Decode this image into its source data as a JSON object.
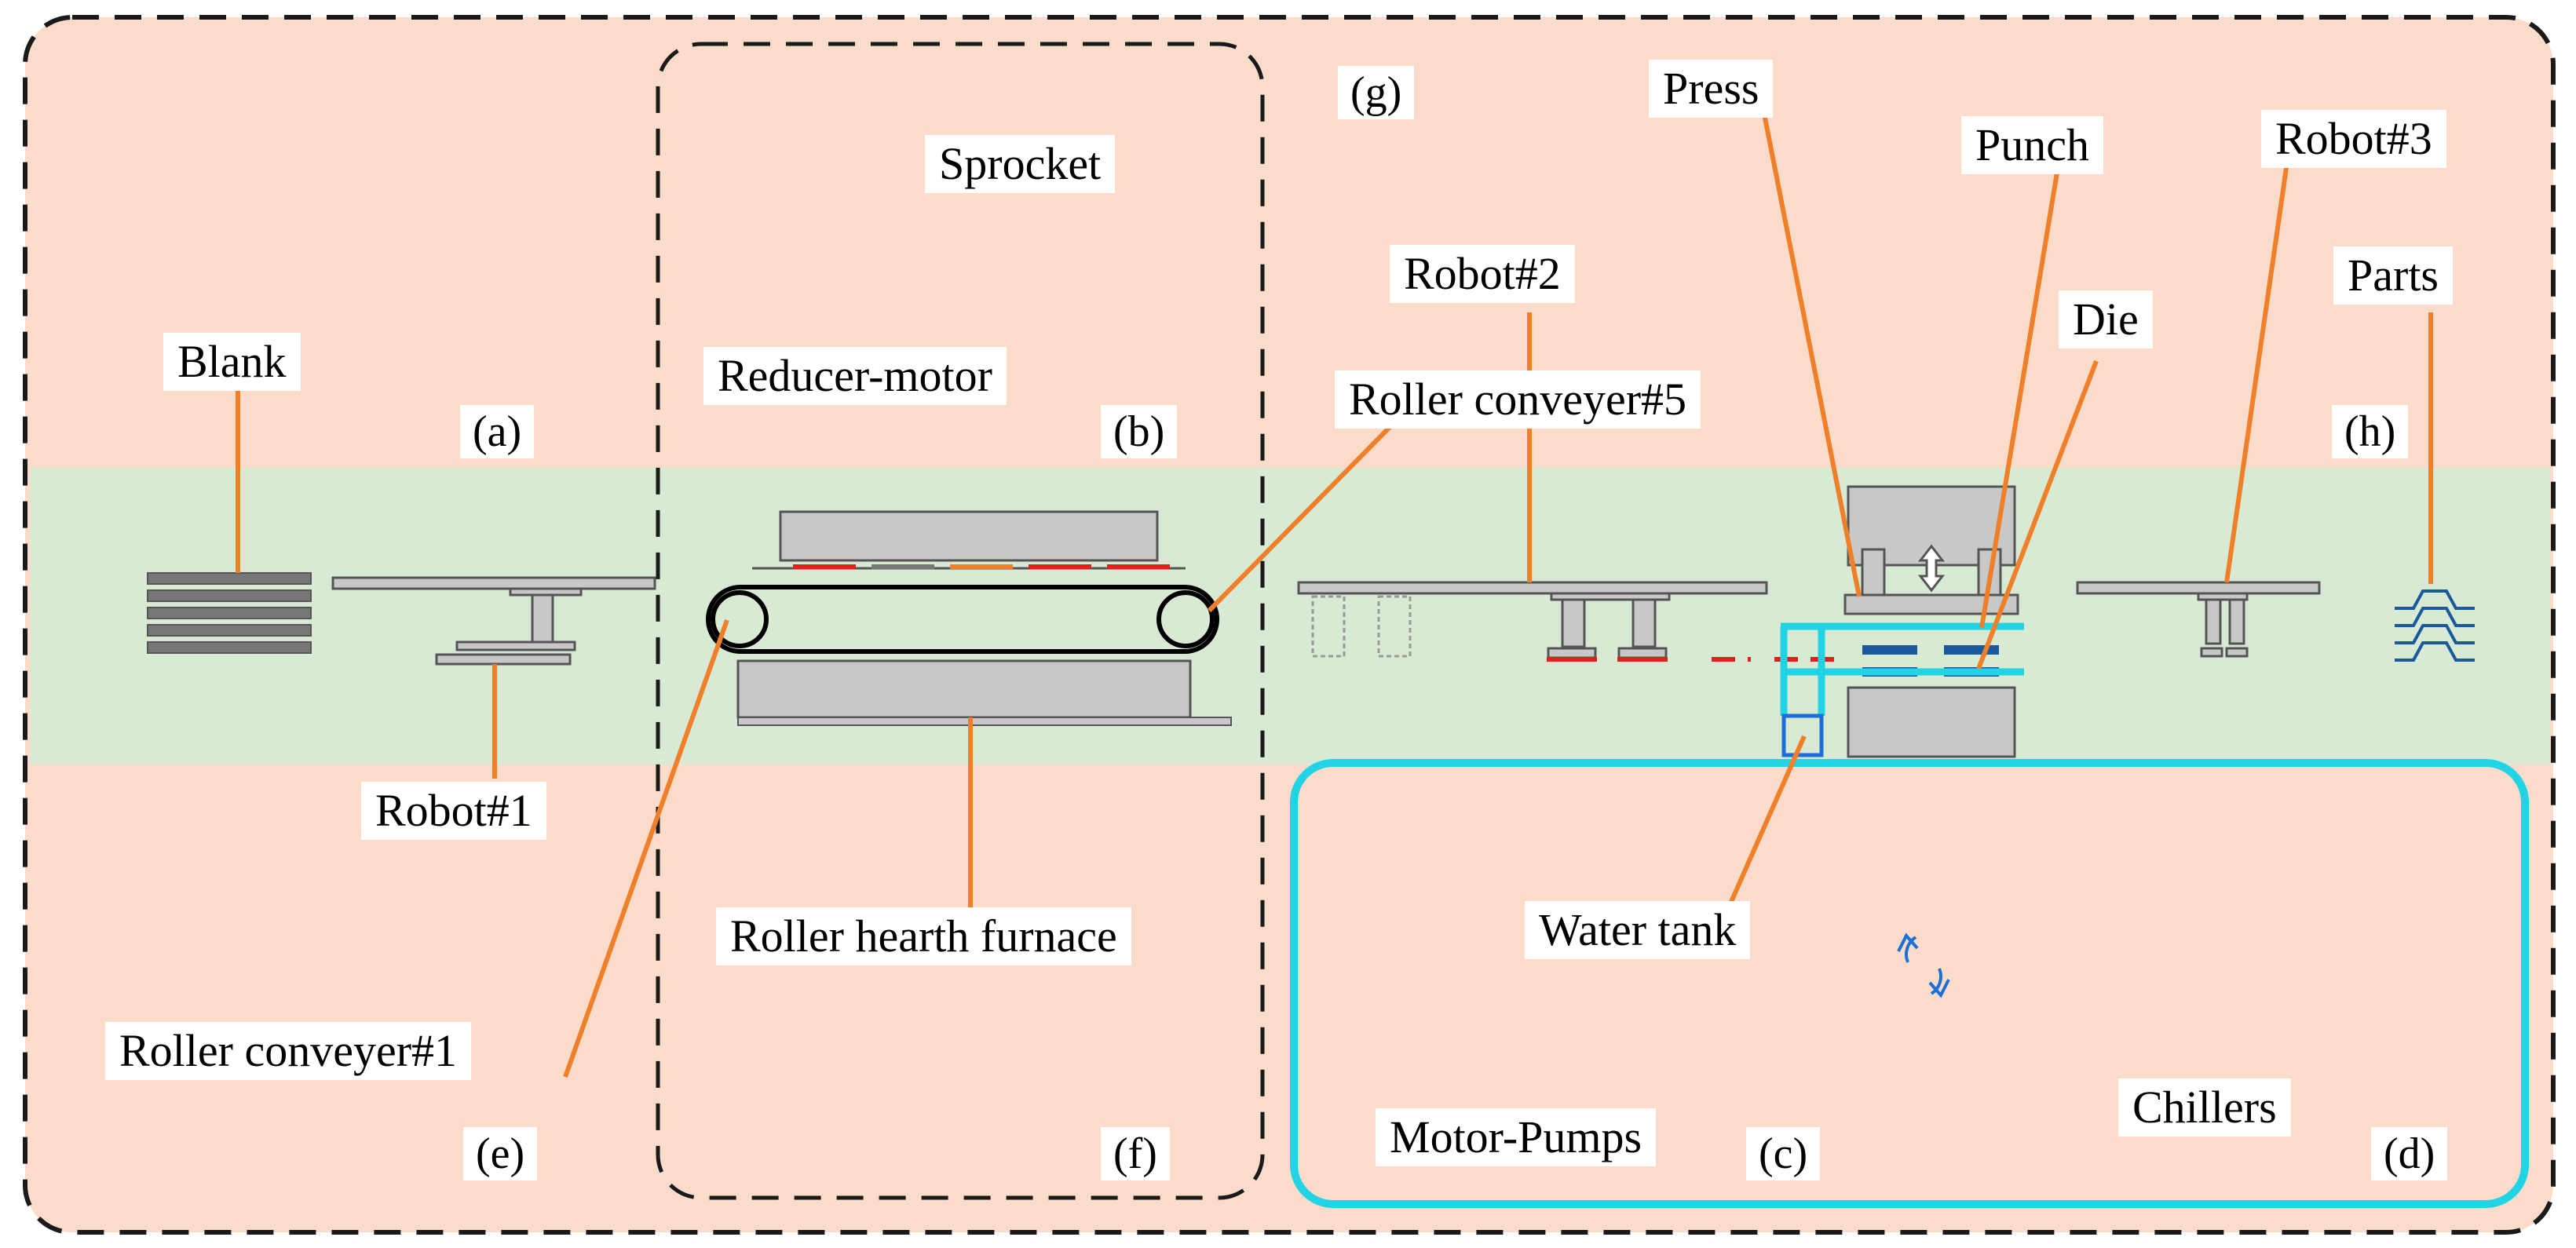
{
  "figure": {
    "panels": {
      "a": {
        "letter": "(a)",
        "label": "Blank"
      },
      "b": {
        "letter": "(b)",
        "labels": [
          "Sprocket",
          "Reducer-motor"
        ]
      },
      "c": {
        "letter": "(c)",
        "labels": [
          "Water tank",
          "Motor-Pumps"
        ]
      },
      "d": {
        "letter": "(d)",
        "labels": [
          "Chillers"
        ]
      },
      "e": {
        "letter": "(e)",
        "labels": [
          "Robot#1",
          "Roller conveyer#1"
        ]
      },
      "f": {
        "letter": "(f)",
        "labels": [
          "Roller hearth furnace"
        ]
      },
      "g": {
        "letter": "(g)",
        "labels": [
          "Press",
          "Robot#2",
          "Roller conveyer#5"
        ]
      },
      "h": {
        "letter": "(h)",
        "labels": [
          "Punch",
          "Robot#3",
          "Die",
          "Parts"
        ]
      }
    },
    "colors": {
      "background_frame": "#fbdccb",
      "process_band": "#d8ead3",
      "leader_lines": "#f07f2a",
      "cooling_frame": "#22d3e6",
      "equipment_gray": "#c8c8c8",
      "hot_blank": "#e0201c",
      "part_blue": "#1a5a9c"
    }
  }
}
